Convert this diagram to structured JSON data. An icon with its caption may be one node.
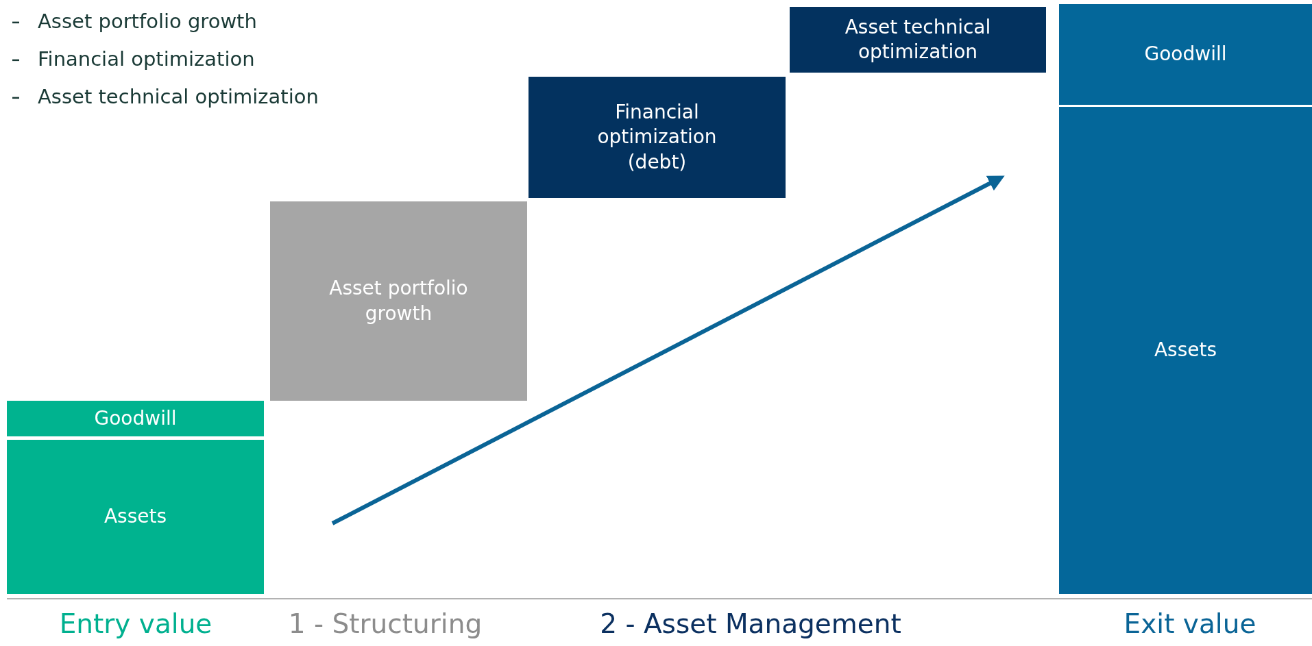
{
  "diagram": {
    "nodes": [
      {
        "text": [
          "Goodwill"
        ]
      },
      {
        "text": [
          "Assets"
        ]
      },
      {
        "text": [
          "Asset portfolio growth"
        ]
      },
      {
        "text": [
          "Financial optimization (debt)"
        ]
      },
      {
        "text": [
          "Asset technical optimization"
        ]
      },
      {
        "text": [
          "Goodwill"
        ]
      },
      {
        "text": [
          "Assets"
        ]
      }
    ],
    "edges": [],
    "labels": [
      "Asset portfolio growth",
      "Financial optimization",
      "Asset technical optimization",
      "Entry value",
      "1 - Structuring",
      "2 - Asset Management",
      "Exit value"
    ]
  }
}
